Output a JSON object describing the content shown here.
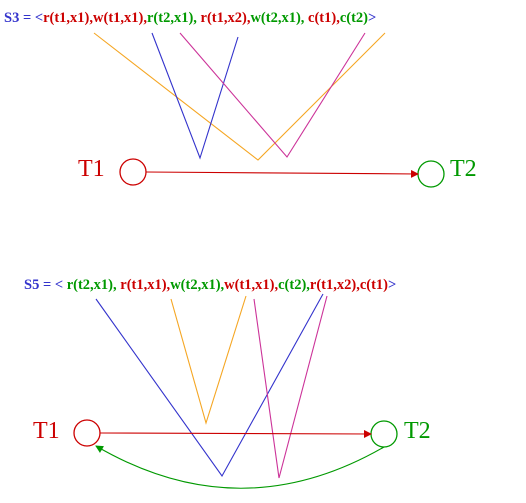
{
  "colors": {
    "label_blue": "#3333cc",
    "red": "#cc0000",
    "green": "#009900",
    "blue": "#3333cc",
    "orange": "#f5a623",
    "magenta": "#cc3399",
    "node_red": "#cc0000",
    "node_green": "#009900",
    "edge_red": "#cc0000",
    "edge_green": "#009900"
  },
  "schedule_s3": {
    "tokens": [
      {
        "text": "S3 = <",
        "color": "blue"
      },
      {
        "text": "r(t1,x1),",
        "color": "red"
      },
      {
        "text": "w(t1,x1),",
        "color": "red"
      },
      {
        "text": "r(t2,x1),",
        "color": "green"
      },
      {
        "text": " r(t1,x2),",
        "color": "red"
      },
      {
        "text": "w(t2,x1),",
        "color": "green"
      },
      {
        "text": " c(t1),",
        "color": "red"
      },
      {
        "text": "c(t2)",
        "color": "green"
      },
      {
        "text": ">",
        "color": "blue"
      }
    ]
  },
  "schedule_s5": {
    "tokens": [
      {
        "text": "S5 = < ",
        "color": "blue"
      },
      {
        "text": "r(t2,x1),",
        "color": "green"
      },
      {
        "text": " r(t1,x1),",
        "color": "red"
      },
      {
        "text": "w(t2,x1),",
        "color": "green"
      },
      {
        "text": "w(t1,x1),",
        "color": "red"
      },
      {
        "text": "c(t2),",
        "color": "green"
      },
      {
        "text": "r(t1,x2),",
        "color": "red"
      },
      {
        "text": "c(t1)",
        "color": "red"
      },
      {
        "text": ">",
        "color": "blue"
      }
    ]
  },
  "graph_top": {
    "t1_label": "T1",
    "t2_label": "T2"
  },
  "graph_bottom": {
    "t1_label": "T1",
    "t2_label": "T2"
  }
}
